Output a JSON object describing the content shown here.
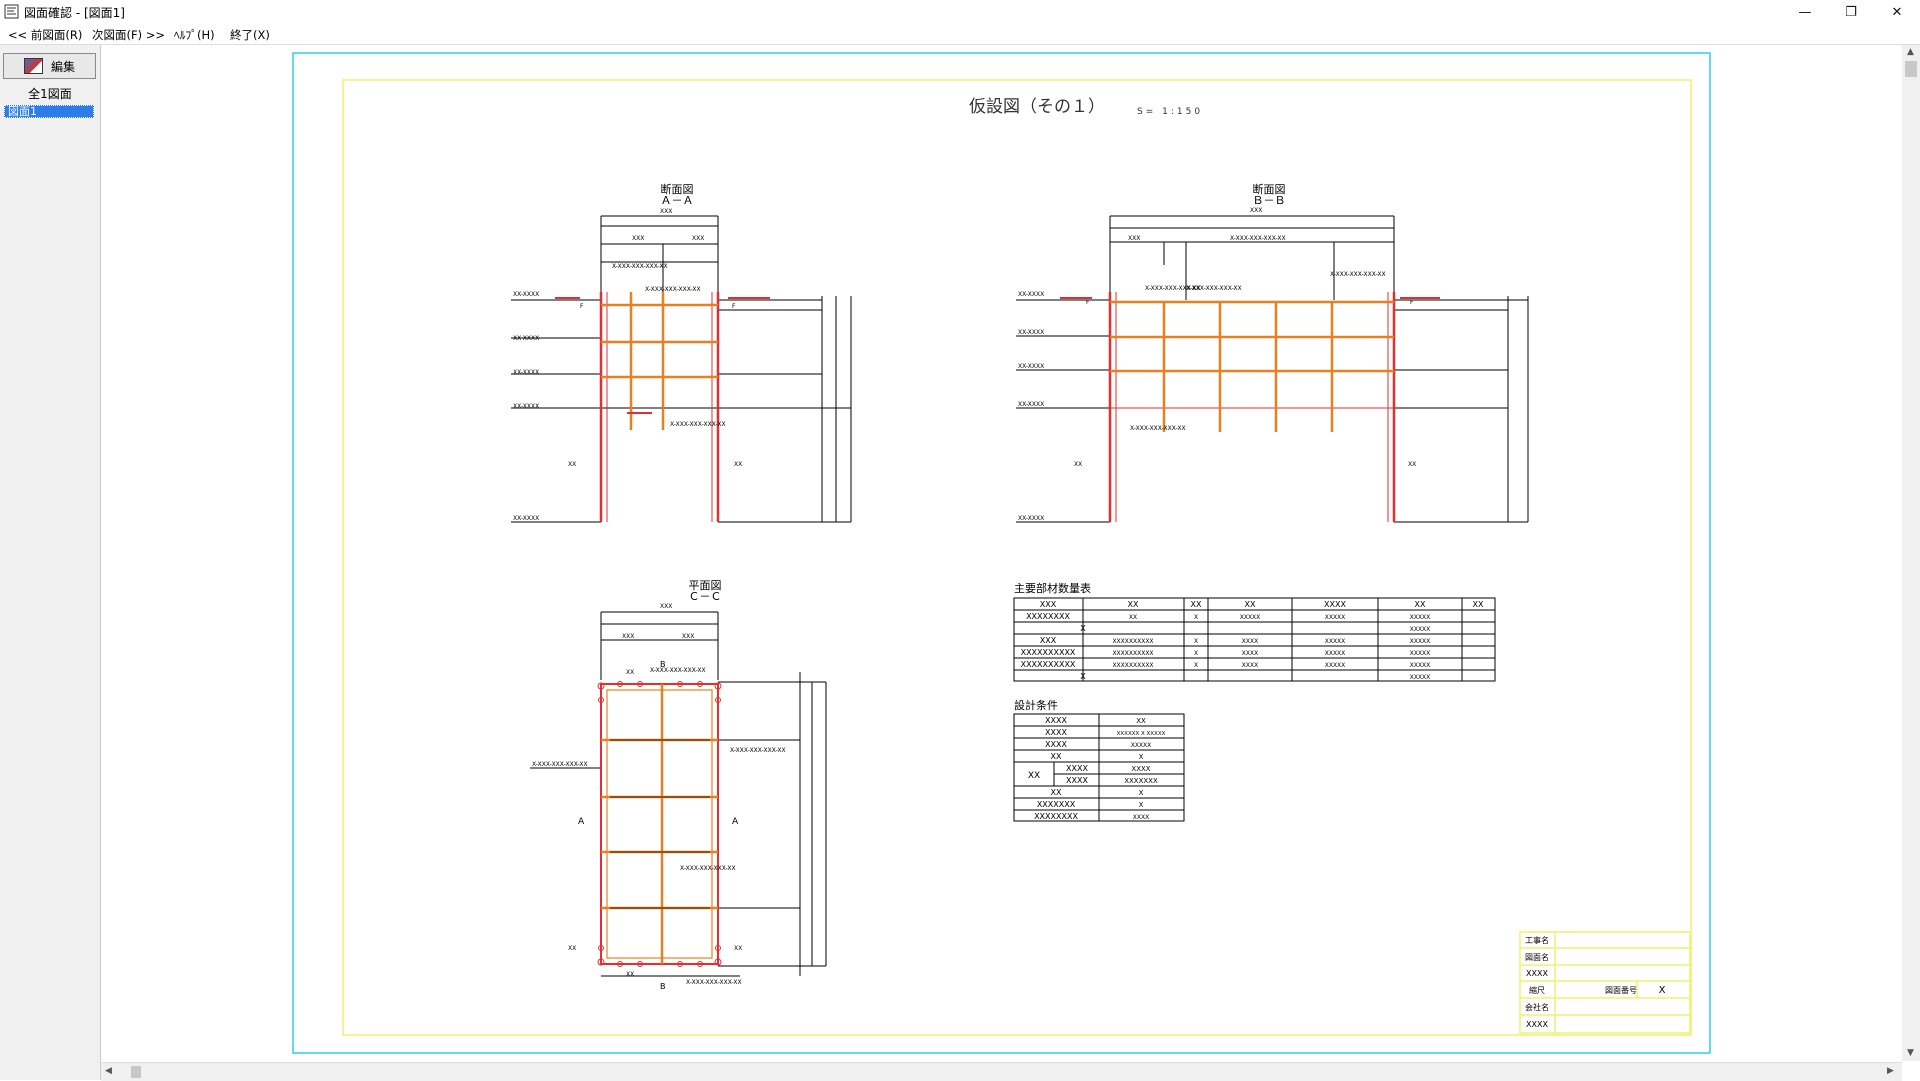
{
  "window": {
    "title": "図面確認 - [図面1]",
    "minimize": "—",
    "restore": "❐",
    "close": "✕"
  },
  "menu": [
    {
      "label": "<< 前図面(R)"
    },
    {
      "label": "次図面(F) >>"
    },
    {
      "label": "ﾍﾙﾌﾟ(H)"
    },
    {
      "label": "終了(X)"
    }
  ],
  "sidebar": {
    "edit_label": "編集",
    "all_label": "全1図面",
    "items": [
      {
        "label": "図面1",
        "selected": true
      }
    ]
  },
  "drawing": {
    "title": "仮設図（その１）",
    "scale": "S= 1:150",
    "section_aa": {
      "title": "断面図",
      "sub": "Ａ－Ａ"
    },
    "section_bb": {
      "title": "断面図",
      "sub": "Ｂ－Ｂ"
    },
    "plan_cc": {
      "title": "平面図",
      "sub": "Ｃ－Ｃ"
    },
    "materials_table": {
      "title": "主要部材数量表",
      "header": [
        "XXX",
        "XX",
        "XX",
        "XX",
        "XXXX",
        "XX",
        "XX"
      ],
      "rows": [
        [
          "XXXXXXXX",
          "XX",
          "X",
          "XXXXX",
          "XXXXX",
          "XXXXX",
          ""
        ],
        [
          "X",
          "",
          "",
          "",
          "",
          "XXXXX",
          ""
        ],
        [
          "XXX",
          "XXXXXXXXXX",
          "X",
          "XXXX",
          "XXXXX",
          "XXXXX",
          ""
        ],
        [
          "XXXXXXXXXX",
          "XXXXXXXXXX",
          "X",
          "XXXX",
          "XXXXX",
          "XXXXX",
          ""
        ],
        [
          "XXXXXXXXXX",
          "XXXXXXXXXX",
          "X",
          "XXXX",
          "XXXXX",
          "XXXXX",
          ""
        ],
        [
          "X",
          "",
          "",
          "",
          "",
          "XXXXX",
          ""
        ]
      ]
    },
    "design_table": {
      "title": "設計条件",
      "rows": [
        [
          "XXXX",
          "XX"
        ],
        [
          "XXXX",
          "XXXXXX X XXXXX"
        ],
        [
          "XXXX",
          "XXXXX"
        ],
        [
          "XX",
          "X"
        ],
        [
          "XXXX",
          "XXXX"
        ],
        [
          "XXXX",
          "XXXXXXX"
        ],
        [
          "XX",
          "X"
        ],
        [
          "XXXXXXX",
          "X"
        ],
        [
          "XXXXXXXX",
          "XXXX"
        ]
      ],
      "group_label": "XX"
    },
    "title_block": {
      "rows": [
        {
          "label": "工事名",
          "value": ""
        },
        {
          "label": "図面名",
          "value": ""
        },
        {
          "label": "XXXX",
          "value": ""
        },
        {
          "label": "縮尺",
          "value": "",
          "extra_label": "図面番号",
          "extra_value": "X"
        },
        {
          "label": "会社名",
          "value": ""
        },
        {
          "label": "XXXX",
          "value": ""
        }
      ]
    },
    "labels": {
      "dim": "XXX",
      "elev": "XX-XXXX",
      "long": "X-XXX-XXX-XXX-XX",
      "mark": "XX",
      "section_a": "A",
      "plan_b": "B",
      "f": "F"
    }
  },
  "colors": {
    "sheet_border": "#30d0e0",
    "inner_border": "#f0f070",
    "steel": "#e03030",
    "strut": "#e88020",
    "selection": "#2b7de9"
  }
}
